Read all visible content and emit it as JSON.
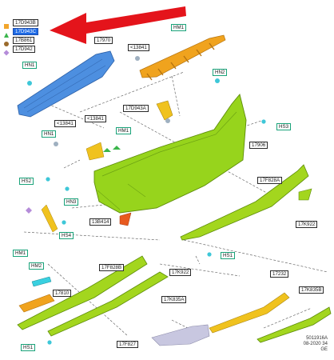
{
  "legend": [
    {
      "symbol": "orange-square",
      "color": "#f2a52b",
      "code": "17D943B"
    },
    {
      "symbol": "green-triangle",
      "color": "#39b54a",
      "code": "17D943C",
      "highlighted": true
    },
    {
      "symbol": "brown-circle",
      "color": "#9a6b2c",
      "code": "17B861"
    },
    {
      "symbol": "violet-diamond",
      "color": "#b58cd9",
      "code": "17D942"
    }
  ],
  "highlight_color": "#e4141b",
  "callouts": {
    "c17970": "17970",
    "c13841a": "<13841",
    "hm1_top": "HM1",
    "hn1": "HN1",
    "hn2": "HN2",
    "c17d943a": "17D943A",
    "hs3": "HS3",
    "c13841b": "<13841",
    "c13841c": "<13841",
    "hm1_mid": "HM1",
    "hn1_mid": "HN1",
    "c17906": "17906",
    "hs2": "HS2",
    "hn3": "HN3",
    "c17f828a": "17F828A",
    "c13b414": "13B414",
    "hs4": "HS4",
    "c17k922_right": "17K922",
    "hs1_right": "HS1",
    "hm1_low": "HM1",
    "hm2": "HM2",
    "c17f828b": "17F828B",
    "c17k922_mid": "17K922",
    "c17232": "17232",
    "c17810": "17810",
    "c17k835a": "17K835A",
    "c17k835b": "17K835B",
    "hs1_low": "HS1",
    "c17f827": "17F827"
  },
  "reference": {
    "number": "5011916A",
    "date": "08-2020 34",
    "suffix": "GE"
  }
}
